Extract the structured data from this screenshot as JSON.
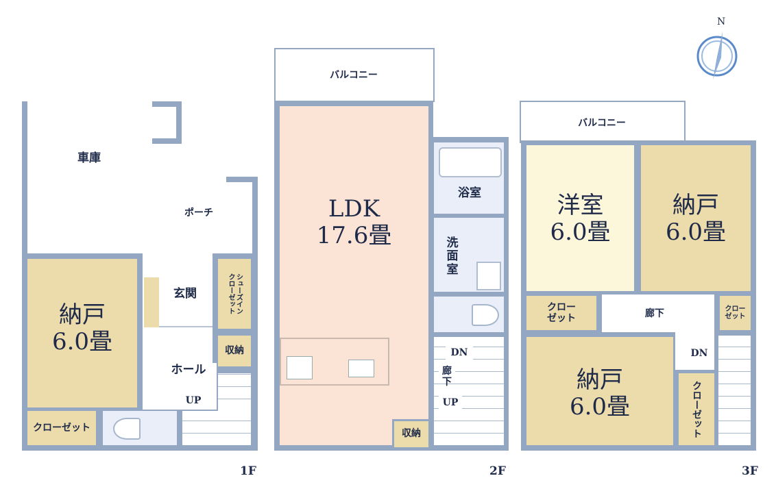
{
  "colors": {
    "wall": "#93a6c2",
    "storage": "#ecdcac",
    "ldk": "#fbe4d6",
    "western_room": "#fcf6da",
    "wet_room": "#e9eef8",
    "text": "#1e2a48"
  },
  "compass": {
    "north_label": "N"
  },
  "floor1": {
    "label": "1F",
    "garage": "車庫",
    "porch": "ポーチ",
    "nando": "納戸\n6.0畳",
    "genkan": "玄関",
    "shoes_in_closet": "シューズイン\nクローゼット",
    "storage": "収納",
    "hall": "ホール",
    "up": "UP",
    "closet": "クローゼット"
  },
  "floor2": {
    "label": "2F",
    "balcony": "バルコニー",
    "ldk": "LDK\n17.6畳",
    "bath": "浴室",
    "washroom": "洗\n面\n室",
    "dn": "DN",
    "corridor": "廊下",
    "up": "UP",
    "storage": "収納"
  },
  "floor3": {
    "label": "3F",
    "balcony": "バルコニー",
    "western_room": "洋室\n6.0畳",
    "nando_ne": "納戸\n6.0畳",
    "closet_w": "クロー\nゼット",
    "corridor": "廊下",
    "closet_e": "クロー\nゼット",
    "dn": "DN",
    "nando_s": "納戸\n6.0畳",
    "closet_s": "クローゼット"
  }
}
